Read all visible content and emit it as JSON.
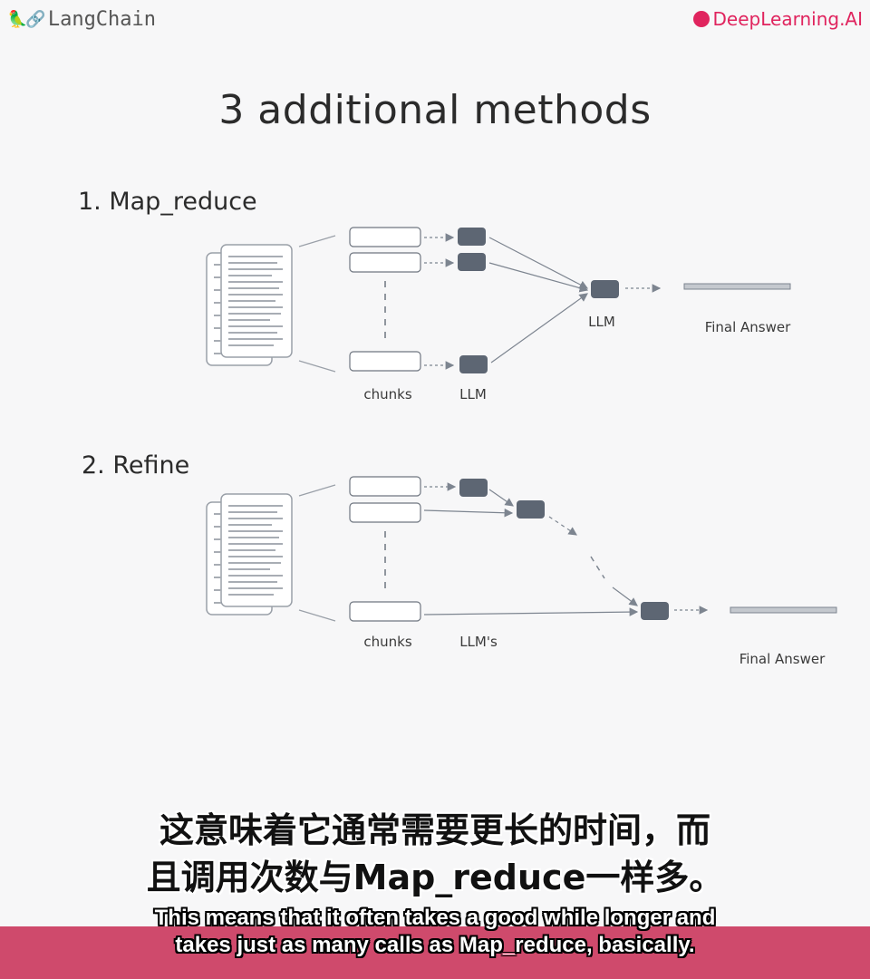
{
  "branding": {
    "left_logo": "LangChain",
    "right_logo": "DeepLearning.AI"
  },
  "slide": {
    "title": "3 additional methods",
    "sections": [
      {
        "heading": "1. Map_reduce",
        "chunks_label": "chunks",
        "llm_label": "LLM",
        "combine_label": "LLM",
        "final_label": "Final Answer"
      },
      {
        "heading": "2. Refine",
        "chunks_label": "chunks",
        "llm_label": "LLM's",
        "final_label": "Final Answer"
      }
    ]
  },
  "subtitles": {
    "zh_line1": "这意味着它通常需要更长的时间，而",
    "zh_line2": "且调用次数与Map_reduce一样多。",
    "en_line1": "This means that it often takes a good while longer and",
    "en_line2": "takes just as many calls as Map_reduce, basically."
  },
  "colors": {
    "llm_block": "#5d6673",
    "brand_pink": "#e0245e",
    "caption_band": "#cf4a6c"
  }
}
